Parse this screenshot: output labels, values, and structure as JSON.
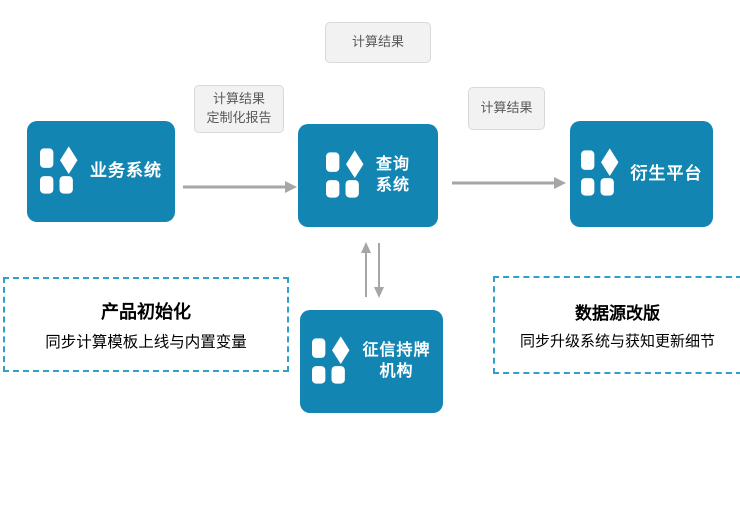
{
  "colors": {
    "node": "#1285B2",
    "arrow": "#A6A6A6",
    "label_bg": "#F2F2F2",
    "label_border": "#D9D9D9",
    "label_text": "#595959",
    "dashed_border": "#2FA0CC",
    "note_text": "#000000"
  },
  "nodes": {
    "business": {
      "label": "业务系统"
    },
    "query": {
      "label_line1": "查询",
      "label_line2": "系统"
    },
    "derivative": {
      "label": "衍生平台"
    },
    "credit": {
      "label_line1": "征信持牌",
      "label_line2": "机构"
    }
  },
  "edge_labels": {
    "top": "计算结果",
    "mid_line1": "计算结果",
    "mid_line2": "定制化报告",
    "right": "计算结果"
  },
  "notes": {
    "left": {
      "title": "产品初始化",
      "desc": "同步计算模板上线与内置变量"
    },
    "right": {
      "title": "数据源改版",
      "desc": "同步升级系统与获知更新细节"
    }
  }
}
